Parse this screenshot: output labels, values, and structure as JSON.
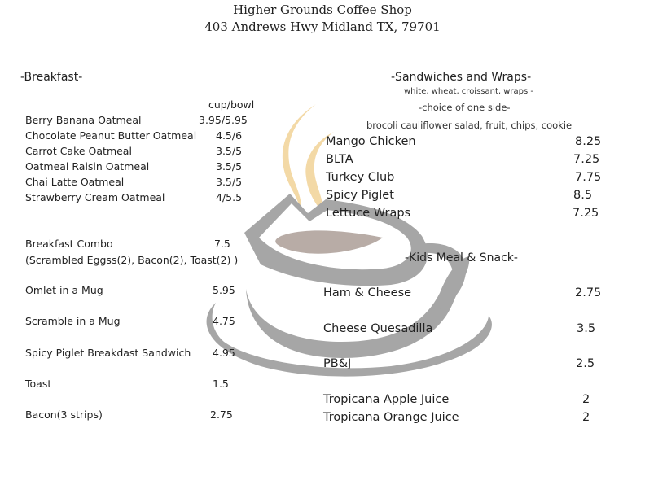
{
  "header": {
    "shop_name": "Higher Grounds Coffee Shop",
    "address": "403 Andrews Hwy Midland TX, 79701"
  },
  "colors": {
    "text": "#222222",
    "cup_gray": "#a6a6a6",
    "coffee_surface": "#b8aca6",
    "steam": "#f3d9a6"
  },
  "watermark": {
    "icon": "coffee-cup-icon"
  },
  "breakfast": {
    "title": "-Breakfast-",
    "price_header": "cup/bowl",
    "oatmeals": [
      {
        "name": "Berry Banana Oatmeal",
        "price": "3.95/5.95"
      },
      {
        "name": "Chocolate Peanut Butter Oatmeal",
        "price": "4.5/6"
      },
      {
        "name": "Carrot Cake Oatmeal",
        "price": "3.5/5"
      },
      {
        "name": "Oatmeal Raisin Oatmeal",
        "price": "3.5/5"
      },
      {
        "name": "Chai Latte Oatmeal",
        "price": "3.5/5"
      },
      {
        "name": "Strawberry Cream Oatmeal",
        "price": "4/5.5"
      }
    ],
    "combo": {
      "name": "Breakfast Combo",
      "price": "7.5",
      "description": "(Scrambled Eggss(2), Bacon(2),  Toast(2) )"
    },
    "items": [
      {
        "name": "Omlet in a Mug",
        "price": "5.95"
      },
      {
        "name": "Scramble in a Mug",
        "price": "4.75"
      },
      {
        "name": "Spicy Piglet Breakdast Sandwich",
        "price": "4.95"
      },
      {
        "name": "Toast",
        "price": "1.5"
      },
      {
        "name": "Bacon(3 strips)",
        "price": "2.75"
      }
    ]
  },
  "sandwiches": {
    "title": "-Sandwiches and Wraps-",
    "breads": "white, wheat, croissant, wraps -",
    "side_note": "-choice of one side-",
    "sides": "brocoli cauliflower salad, fruit, chips, cookie",
    "items": [
      {
        "name": "Mango Chicken",
        "price": "8.25"
      },
      {
        "name": "BLTA",
        "price": "7.25"
      },
      {
        "name": "Turkey Club",
        "price": "7.75"
      },
      {
        "name": "Spicy Piglet",
        "price": "8.5"
      },
      {
        "name": "Lettuce Wraps",
        "price": "7.25"
      }
    ]
  },
  "kids": {
    "title": "-Kids Meal & Snack-",
    "items": [
      {
        "name": "Ham & Cheese",
        "price": "2.75"
      },
      {
        "name": "Cheese Quesadilla",
        "price": "3.5"
      },
      {
        "name": "PB&J",
        "price": "2.5"
      },
      {
        "name": "Tropicana Apple Juice",
        "price": "2"
      },
      {
        "name": "Tropicana Orange Juice",
        "price": "2"
      }
    ]
  }
}
